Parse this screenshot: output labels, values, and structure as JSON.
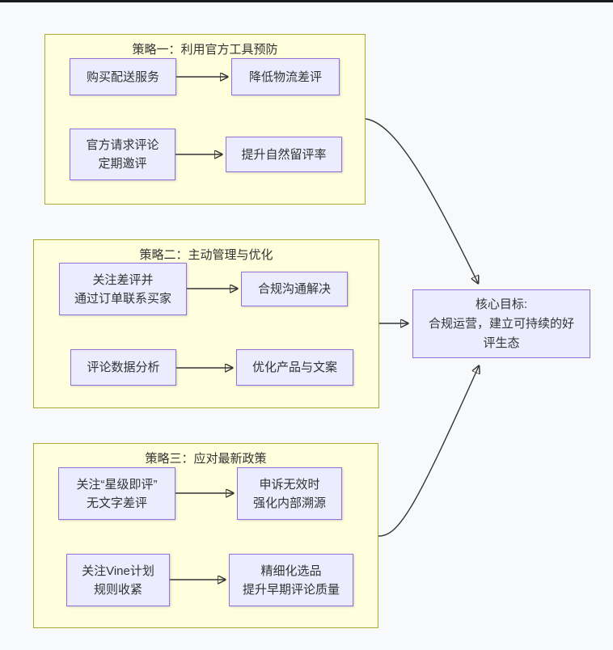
{
  "diagram": {
    "clusters": [
      {
        "title": "策略一：利用官方工具预防",
        "nodes": [
          {
            "lines": [
              "购买配送服务"
            ]
          },
          {
            "lines": [
              "降低物流差评"
            ]
          },
          {
            "lines": [
              "官方请求评论",
              "定期邀评"
            ]
          },
          {
            "lines": [
              "提升自然留评率"
            ]
          }
        ]
      },
      {
        "title": "策略二：主动管理与优化",
        "nodes": [
          {
            "lines": [
              "关注差评并",
              "通过订单联系买家"
            ]
          },
          {
            "lines": [
              "合规沟通解决"
            ]
          },
          {
            "lines": [
              "评论数据分析"
            ]
          },
          {
            "lines": [
              "优化产品与文案"
            ]
          }
        ]
      },
      {
        "title": "策略三：应对最新政策",
        "nodes": [
          {
            "lines": [
              "关注“星级即评”",
              "无文字差评"
            ]
          },
          {
            "lines": [
              "申诉无效时",
              "强化内部溯源"
            ]
          },
          {
            "lines": [
              "关注Vine计划",
              "规则收紧"
            ]
          },
          {
            "lines": [
              "精细化选品",
              "提升早期评论质量"
            ]
          }
        ]
      }
    ],
    "goal": {
      "lines": [
        "核心目标:",
        "合规运营，建立可持续的好",
        "评生态"
      ]
    },
    "edges": [
      {
        "from": "购买配送服务",
        "to": "降低物流差评"
      },
      {
        "from": "官方请求评论 定期邀评",
        "to": "提升自然留评率"
      },
      {
        "from": "关注差评并 通过订单联系买家",
        "to": "合规沟通解决"
      },
      {
        "from": "评论数据分析",
        "to": "优化产品与文案"
      },
      {
        "from": "关注“星级即评” 无文字差评",
        "to": "申诉无效时 强化内部溯源"
      },
      {
        "from": "关注Vine计划 规则收紧",
        "to": "精细化选品 提升早期评论质量"
      },
      {
        "from": "策略一：利用官方工具预防",
        "to": "核心目标"
      },
      {
        "from": "策略二：主动管理与优化",
        "to": "核心目标"
      },
      {
        "from": "策略三：应对最新政策",
        "to": "核心目标"
      }
    ],
    "colors": {
      "background": "#f8f9fa",
      "top_bar": "#17191d",
      "cluster_fill": "#ffffde",
      "cluster_border": "#aaaa33",
      "node_fill": "#ECECFF",
      "node_border": "#9370DB",
      "text": "#333333",
      "arrow": "#333333"
    }
  }
}
